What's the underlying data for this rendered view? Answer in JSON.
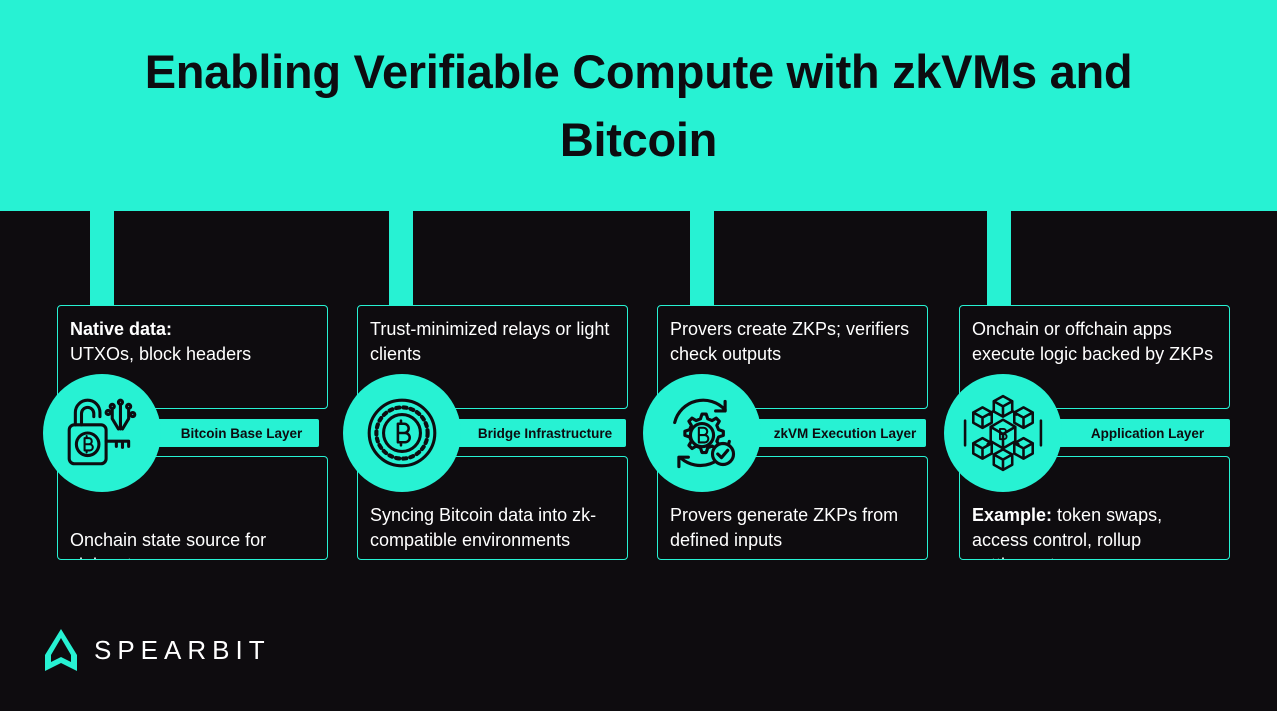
{
  "title": "Enabling Verifiable Compute with zkVMs and Bitcoin",
  "colors": {
    "accent": "#27f2d3",
    "background": "#0e0c0f",
    "ink": "#0d0c10",
    "text": "#ffffff"
  },
  "layers": [
    {
      "label": "Bitcoin Base Layer",
      "icon": "unlocked-bitcoin-padlock-icon",
      "top_bold": "Native data:",
      "top_text": "UTXOs, block headers",
      "bottom_bold": "",
      "bottom_text": "Onchain state source for\n zk input"
    },
    {
      "label": "Bridge Infrastructure",
      "icon": "bitcoin-coin-icon",
      "top_bold": "",
      "top_text": "Trust-minimized relays or light clients",
      "bottom_bold": "",
      "bottom_text": "Syncing Bitcoin data into zk-compatible environments"
    },
    {
      "label": "zkVM Execution Layer",
      "icon": "bitcoin-gear-check-icon",
      "top_bold": "",
      "top_text": "Provers create ZKPs; verifiers check outputs",
      "bottom_bold": "",
      "bottom_text": "Provers generate ZKPs from defined inputs"
    },
    {
      "label": "Application Layer",
      "icon": "bitcoin-blockchain-network-icon",
      "top_bold": "",
      "top_text": "Onchain or offchain apps execute logic backed by ZKPs",
      "bottom_bold": "Example:",
      "bottom_text": " token swaps, access control, rollup settlement"
    }
  ],
  "brand": {
    "name": "SPEARBIT",
    "icon": "spearbit-logo-icon"
  }
}
